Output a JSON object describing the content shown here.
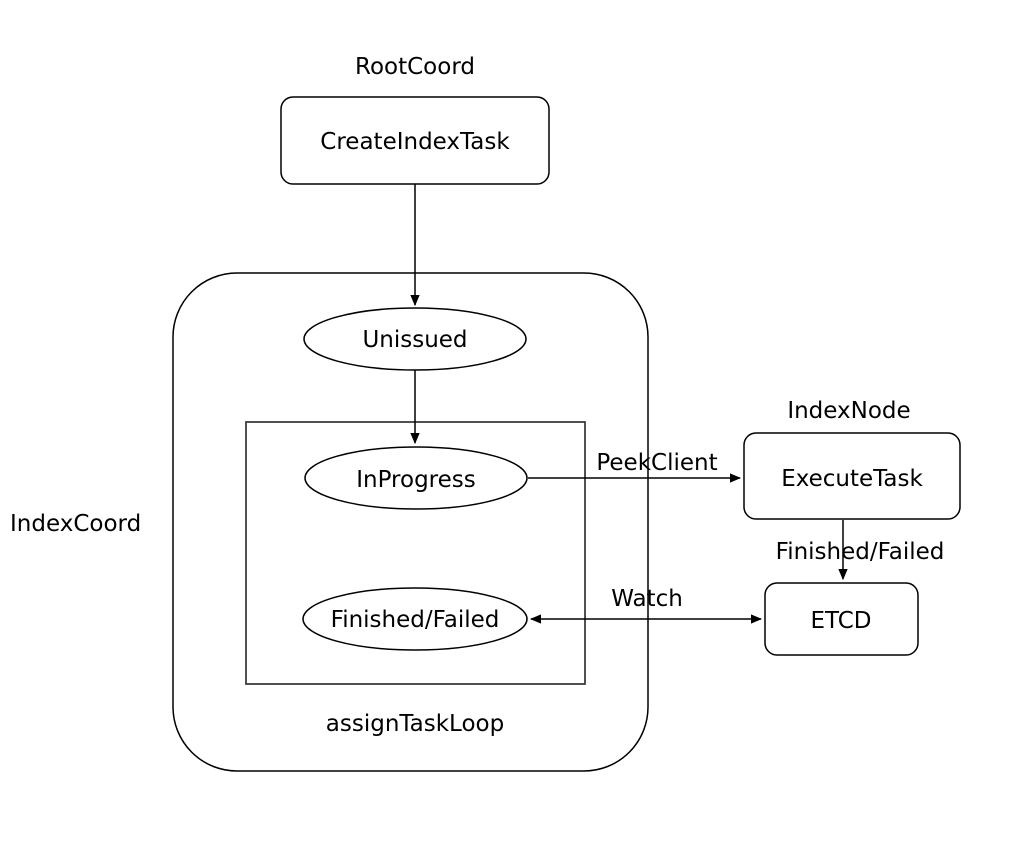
{
  "diagram": {
    "background_color": "#ffffff",
    "stroke_color": "#000000",
    "nodes": {
      "create_index_task": {
        "label": "CreateIndexTask",
        "shape": "rounded-rect"
      },
      "unissued": {
        "label": "Unissued",
        "shape": "ellipse"
      },
      "in_progress": {
        "label": "InProgress",
        "shape": "ellipse"
      },
      "finished_failed": {
        "label": "Finished/Failed",
        "shape": "ellipse"
      },
      "execute_task": {
        "label": "ExecuteTask",
        "shape": "rounded-rect"
      },
      "etcd": {
        "label": "ETCD",
        "shape": "rounded-rect"
      }
    },
    "containers": {
      "index_coord": {
        "label": "IndexCoord",
        "shape": "rounded-rect"
      },
      "assign_task_loop": {
        "label": "assignTaskLoop",
        "shape": "rect"
      }
    },
    "group_titles": {
      "root_coord": "RootCoord",
      "index_node": "IndexNode"
    },
    "edge_labels": {
      "peek_client": "PeekClient",
      "finished_failed": "Finished/Failed",
      "watch": "Watch"
    },
    "edges": [
      {
        "from": "create_index_task",
        "to": "unissued",
        "label": "",
        "direction": "one-way"
      },
      {
        "from": "unissued",
        "to": "in_progress",
        "label": "",
        "direction": "one-way"
      },
      {
        "from": "in_progress",
        "to": "execute_task",
        "label": "PeekClient",
        "direction": "one-way"
      },
      {
        "from": "execute_task",
        "to": "etcd",
        "label": "Finished/Failed",
        "direction": "one-way"
      },
      {
        "from": "finished_failed",
        "to": "etcd",
        "label": "Watch",
        "direction": "two-way"
      }
    ]
  }
}
